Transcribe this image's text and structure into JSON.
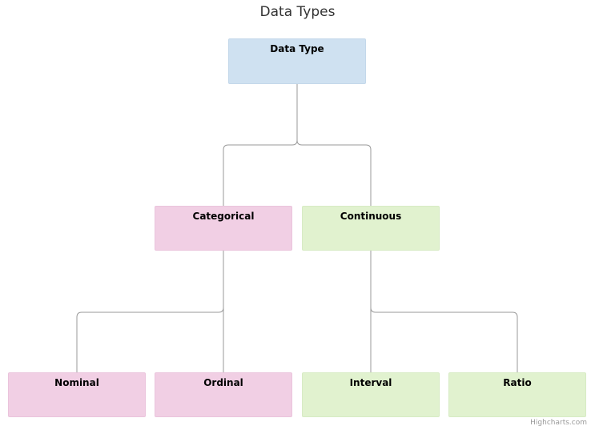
{
  "title": "Data Types",
  "credits": "Highcharts.com",
  "nodes": {
    "root": {
      "label": "Data Type",
      "color": "#cfe1f1"
    },
    "categorical": {
      "label": "Categorical",
      "color": "#f1cfe4"
    },
    "continuous": {
      "label": "Continuous",
      "color": "#e1f2cf"
    },
    "nominal": {
      "label": "Nominal",
      "color": "#f1cfe4"
    },
    "ordinal": {
      "label": "Ordinal",
      "color": "#f1cfe4"
    },
    "interval": {
      "label": "Interval",
      "color": "#e1f2cf"
    },
    "ratio": {
      "label": "Ratio",
      "color": "#e1f2cf"
    }
  },
  "edges": [
    [
      "root",
      "categorical"
    ],
    [
      "root",
      "continuous"
    ],
    [
      "categorical",
      "nominal"
    ],
    [
      "categorical",
      "ordinal"
    ],
    [
      "continuous",
      "interval"
    ],
    [
      "continuous",
      "ratio"
    ]
  ],
  "connector_color": "#999999"
}
